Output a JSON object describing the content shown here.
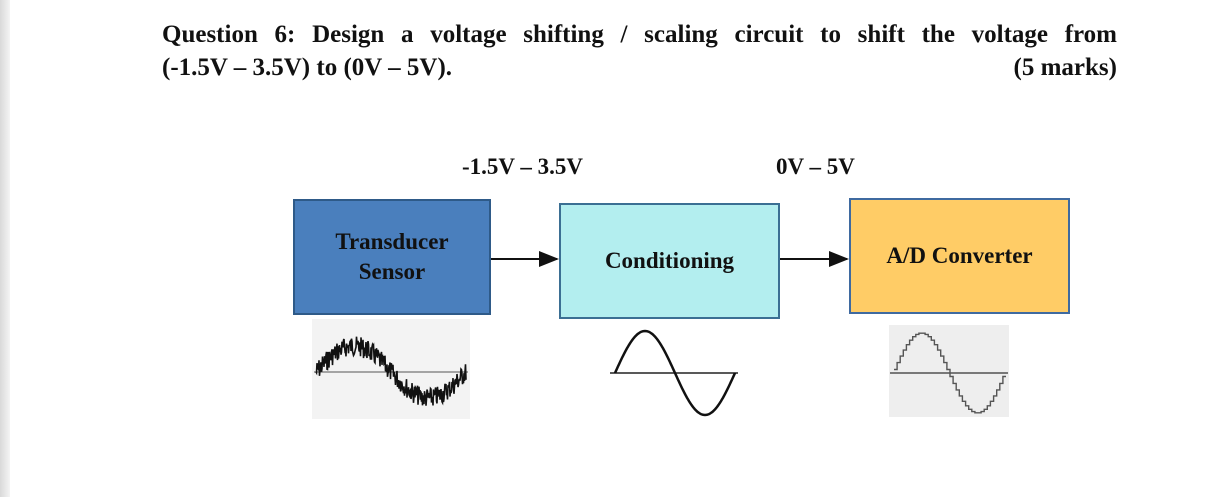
{
  "question": {
    "line1": "Question 6: Design a voltage shifting / scaling circuit to shift the voltage from",
    "line2": "(-1.5V –  3.5V) to (0V – 5V).",
    "marks": "(5 marks)"
  },
  "diagram": {
    "input_range": "-1.5V – 3.5V",
    "output_range": "0V – 5V",
    "blocks": {
      "transducer_line1": "Transducer",
      "transducer_line2": "Sensor",
      "conditioning": "Conditioning",
      "adc": "A/D Converter"
    },
    "colors": {
      "transducer": "#4a7fbd",
      "conditioning": "#b3eeef",
      "adc": "#ffcc66"
    }
  }
}
